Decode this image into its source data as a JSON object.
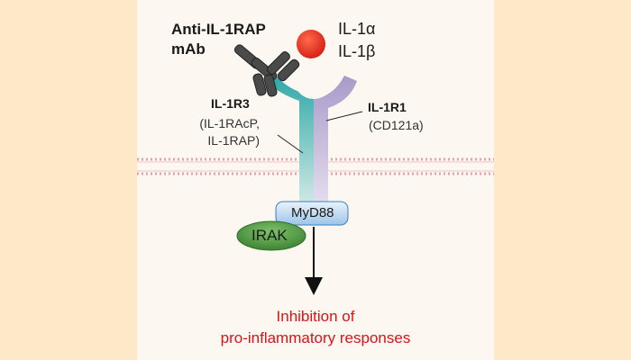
{
  "antibody": {
    "line1": "Anti-IL-1RAP",
    "line2": "mAb"
  },
  "ligands": {
    "alpha": "IL-1α",
    "beta": "IL-1β"
  },
  "receptor_il1r3": {
    "name": "IL-1R3",
    "alias_line1": "(IL-1RAcP,",
    "alias_line2": "IL-1RAP)"
  },
  "receptor_il1r1": {
    "name": "IL-1R1",
    "alias": "(CD121a)"
  },
  "adaptor": {
    "myd88": "MyD88",
    "irak": "IRAK"
  },
  "outcome": {
    "line1": "Inhibition of",
    "line2": "pro-inflammatory responses"
  },
  "colors": {
    "background": "#fde9c8",
    "panel": "#fcf7f0",
    "membrane": "#e7a3a6",
    "il1r3": "#2aa6a6",
    "il1r1": "#a99ac9",
    "ligand": "#e4251c",
    "antibody": "#4a4a4a",
    "myd88": "#bcd8f0",
    "irak": "#4d9a3f",
    "outcome_text": "#d8141a"
  }
}
